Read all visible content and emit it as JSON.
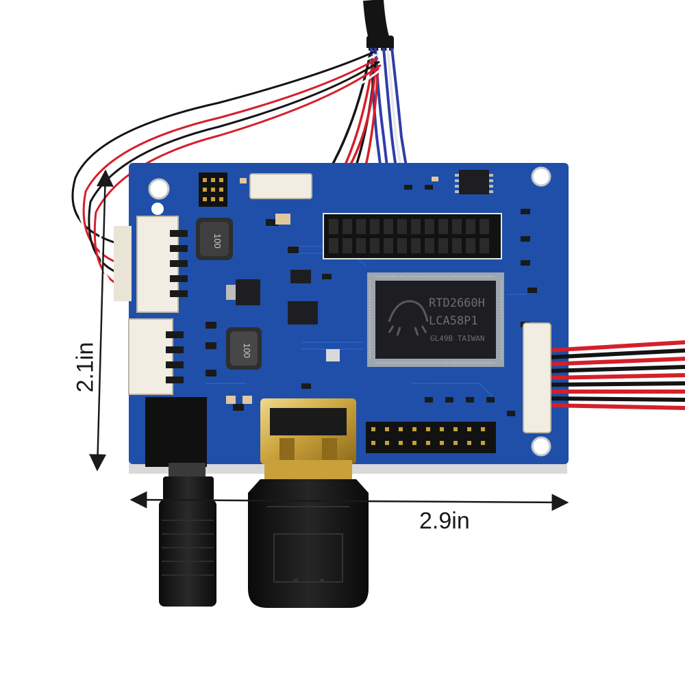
{
  "dimensions": {
    "height_label": "2.1in",
    "width_label": "2.9in"
  },
  "chip": {
    "line1": "RTD2660H",
    "line2": "LCA58P1",
    "line3": "GL49B TAIWAN"
  },
  "inductors": {
    "top_marking": "100",
    "bottom_marking": "100"
  },
  "colors": {
    "pcb": "#1f4fa8",
    "pcb_dark": "#163c86",
    "ic_body": "#1e1e22",
    "connector_white": "#f1ede2",
    "cable_black": "#141414",
    "wire_red": "#d4202a",
    "wire_blue": "#2f3ea8",
    "gold": "#c9a13a",
    "background": "#ffffff"
  },
  "icons": {
    "arrow": "double-headed-dimension-arrow",
    "logo": "realtek-crab-logo"
  }
}
